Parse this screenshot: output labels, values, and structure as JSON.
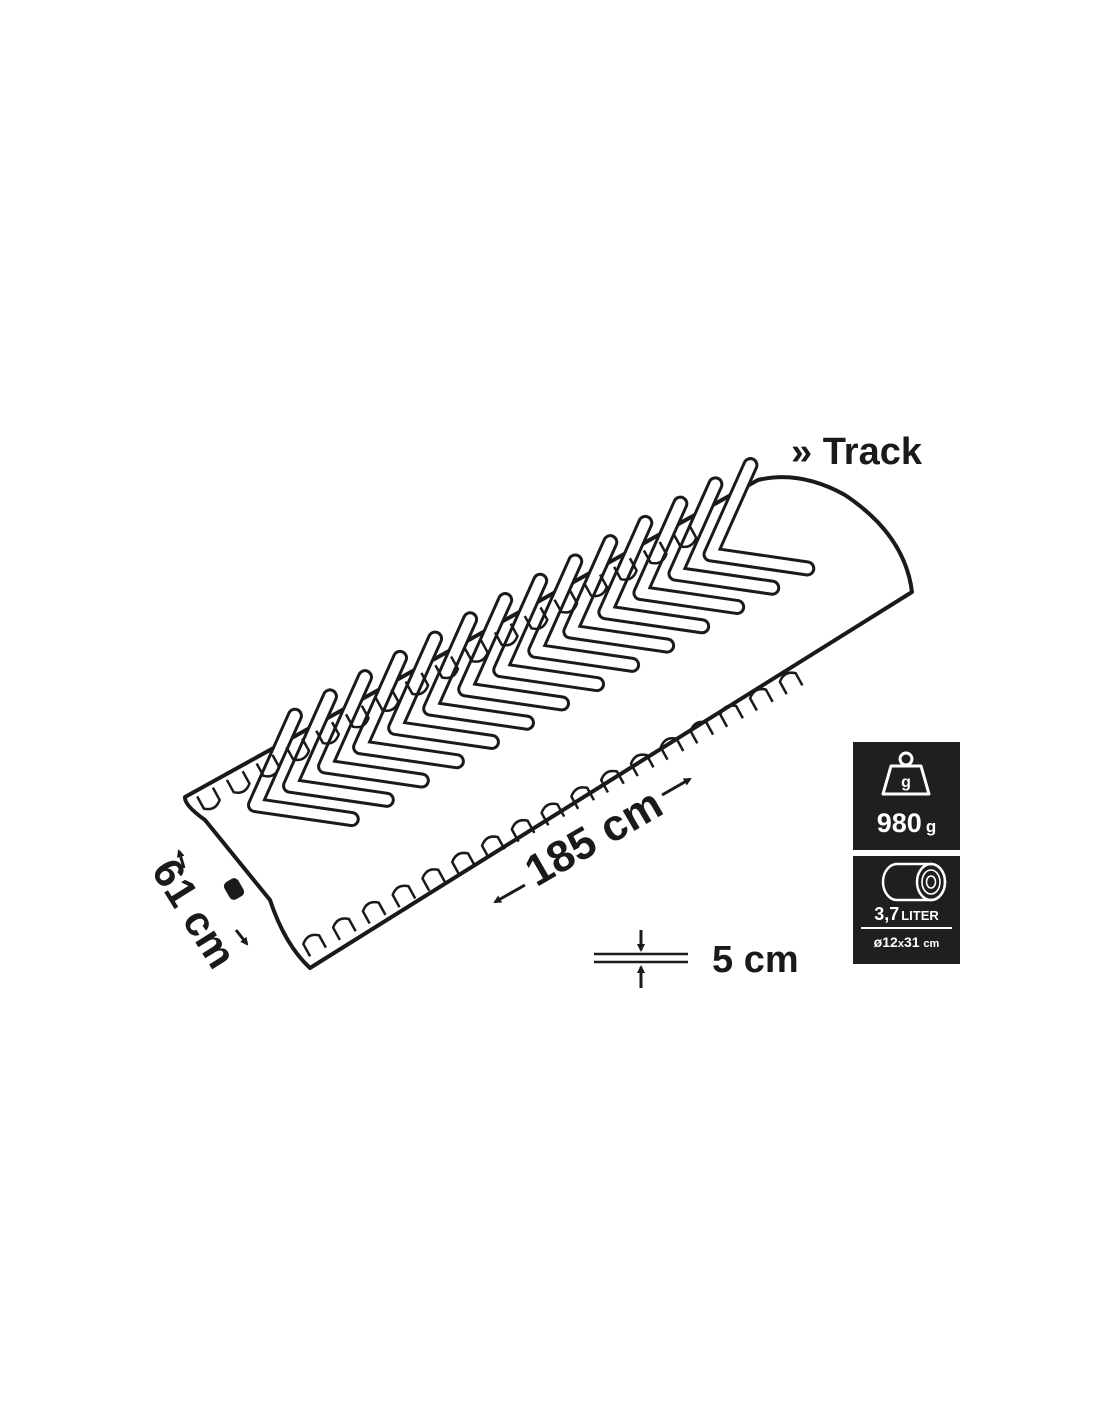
{
  "product": {
    "title": "» Track"
  },
  "dimensions": {
    "length": "185 cm",
    "width": "61 cm",
    "height": "5 cm"
  },
  "specs": {
    "weight_icon_letter": "g",
    "weight_value": "980",
    "weight_unit": "g",
    "pack_volume_value": "3,7",
    "pack_volume_unit": "LITER",
    "pack_size_symbol": "ø",
    "pack_size_a": "12",
    "pack_size_x": "x",
    "pack_size_b": "31",
    "pack_size_unit": "cm"
  },
  "icons": {
    "weight": "weight-icon",
    "pack": "rolled-mat-icon",
    "valve": "valve-icon",
    "arrows": "dimension-arrow-icon"
  }
}
